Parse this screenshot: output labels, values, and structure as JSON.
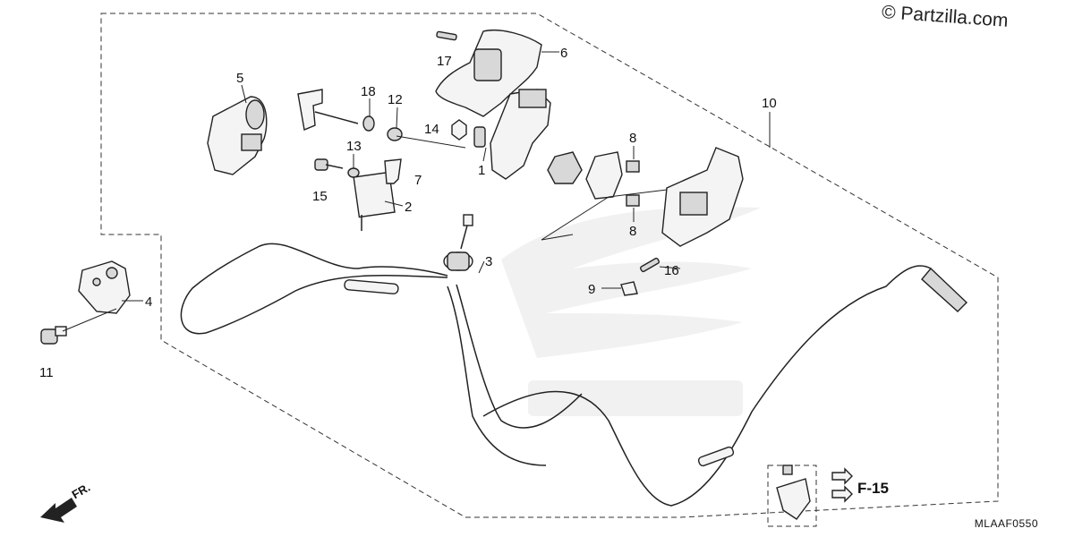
{
  "watermark": "© Partzilla.com",
  "diagram_code": "MLAAF0550",
  "reference": "F-15",
  "front_indicator": "FR.",
  "callouts": {
    "c1": "1",
    "c2": "2",
    "c3": "3",
    "c4": "4",
    "c5": "5",
    "c6": "6",
    "c7": "7",
    "c8a": "8",
    "c8b": "8",
    "c9": "9",
    "c10": "10",
    "c11": "11",
    "c12": "12",
    "c13": "13",
    "c14": "14",
    "c15": "15",
    "c16": "16",
    "c17": "17",
    "c18": "18"
  }
}
